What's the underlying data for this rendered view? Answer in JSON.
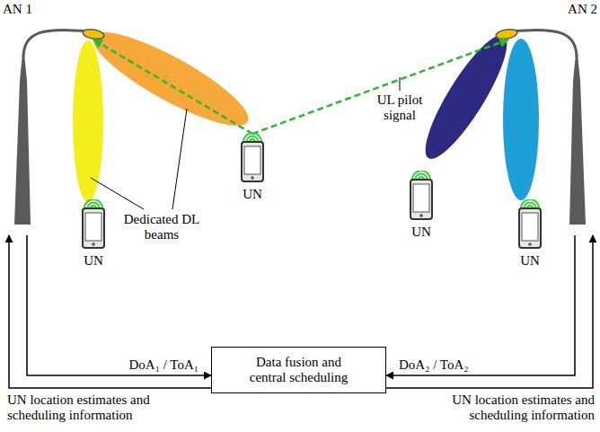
{
  "diagram": {
    "nodes": [
      {
        "text": [
          "AN 1"
        ]
      },
      {
        "text": [
          "AN 2"
        ]
      },
      {
        "text": [
          "UN"
        ]
      },
      {
        "text": [
          "UN"
        ]
      },
      {
        "text": [
          "UN"
        ]
      },
      {
        "text": [
          "UN"
        ]
      },
      {
        "text": [
          "Data fusion and central scheduling"
        ]
      }
    ],
    "edges": [
      {
        "from": 0,
        "to": 6,
        "arrow": "to",
        "label": "DoA₁ / ToA₁"
      },
      {
        "from": 6,
        "to": 0,
        "arrow": "to",
        "label": "UN location estimates and scheduling information"
      },
      {
        "from": 1,
        "to": 6,
        "arrow": "to",
        "label": "DoA₂ / ToA₂"
      },
      {
        "from": 6,
        "to": 1,
        "arrow": "to",
        "label": "UN location estimates and scheduling information"
      },
      {
        "from": 3,
        "to": 0,
        "arrow": "to"
      },
      {
        "from": 3,
        "to": 1,
        "arrow": "to"
      }
    ],
    "labels": [
      "UL pilot signal",
      "Dedicated DL beams"
    ]
  }
}
